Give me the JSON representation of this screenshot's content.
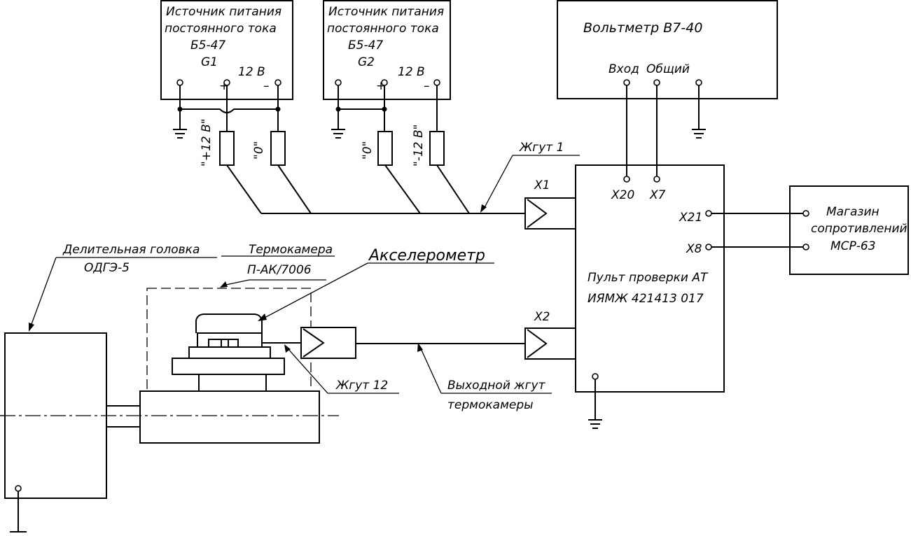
{
  "psu1": {
    "line1": "Источник питания",
    "line2": "постоянного тока",
    "model": "Б5-47",
    "id": "G1",
    "voltage": "12 В",
    "plus": "+",
    "minus": "–"
  },
  "psu2": {
    "line1": "Источник питания",
    "line2": "постоянного тока",
    "model": "Б5-47",
    "id": "G2",
    "voltage": "12 В",
    "plus": "+",
    "minus": "–"
  },
  "voltmeter": {
    "title": "Вольтметр  В7-40",
    "input": "Вход",
    "common": "Общий"
  },
  "resistors": {
    "r1": "\"+12 В\"",
    "r2": "\"0\"",
    "r3": "\"0\"",
    "r4": "\"-12 В\""
  },
  "harness1": "Жгут 1",
  "connectors": {
    "x1": "X1",
    "x2": "X2",
    "x20": "X20",
    "x7": "X7",
    "x21": "X21",
    "x8": "X8"
  },
  "console": {
    "line1": "Пульт проверки АТ",
    "line2": "ИЯМЖ 421413 017"
  },
  "resistance_box": {
    "line1": "Магазин",
    "line2": "сопротивлений",
    "line3": "МСР-63"
  },
  "dividing_head": {
    "line1": "Делительная головка",
    "line2": "ОДГЭ-5"
  },
  "thermo_chamber": {
    "line1": "Термокамера",
    "line2": "П-АК/7006"
  },
  "accelerometer": "Акселерометр",
  "harness12": "Жгут 12",
  "output_harness": {
    "line1": "Выходной жгут",
    "line2": "термокамеры"
  }
}
